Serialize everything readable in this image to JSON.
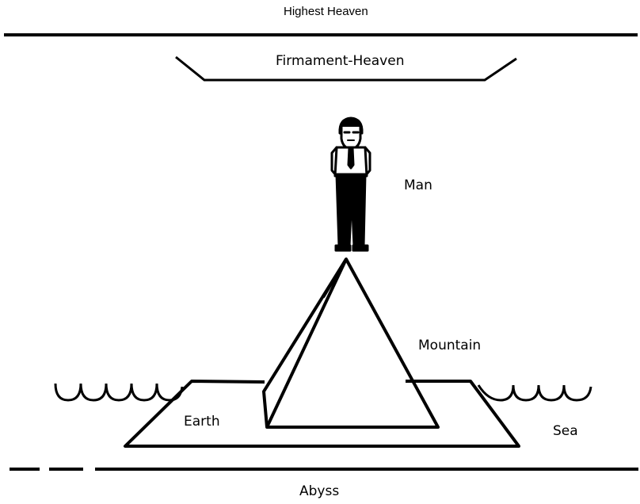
{
  "labels": {
    "highest_heaven": "Highest   Heaven",
    "firmament_heaven": "Firmament-Heaven",
    "man": "Man",
    "mountain": "Mountain",
    "earth": "Earth",
    "sea": "Sea",
    "abyss": "Abyss"
  },
  "colors": {
    "line": "#000000",
    "background": "#ffffff"
  }
}
